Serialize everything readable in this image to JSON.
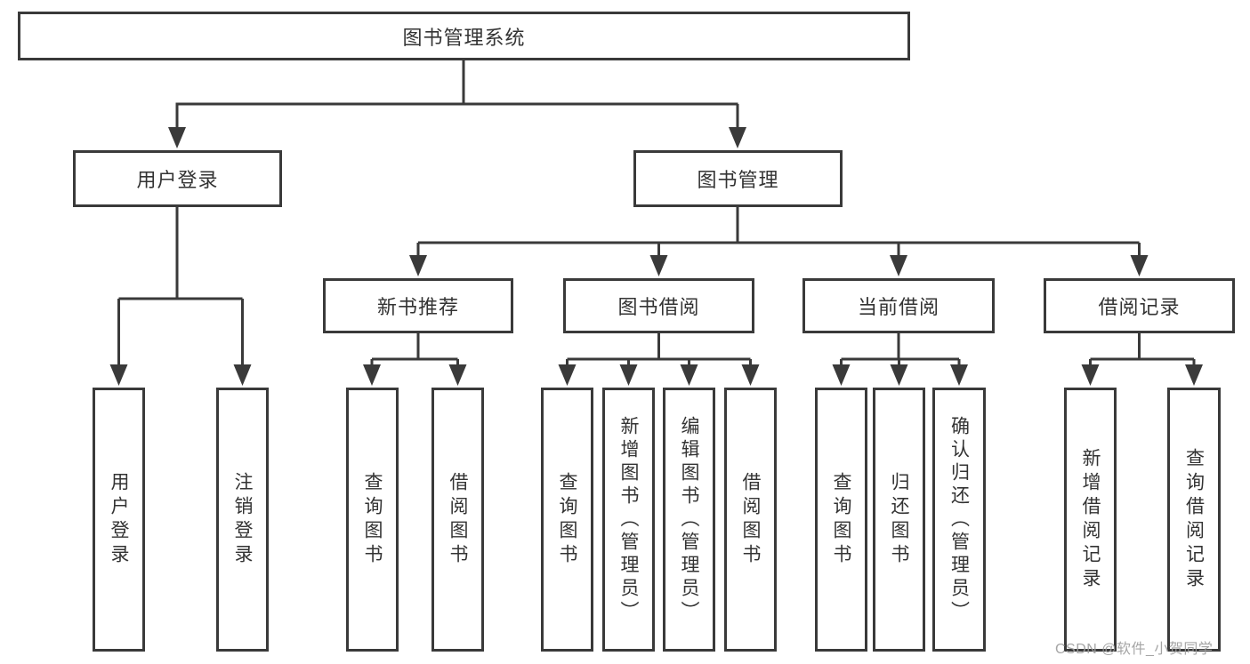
{
  "tree": {
    "root": {
      "label": "图书管理系统",
      "children": [
        {
          "label": "用户登录",
          "children": [
            {
              "label": "用户登录"
            },
            {
              "label": "注销登录"
            }
          ]
        },
        {
          "label": "图书管理",
          "children": [
            {
              "label": "新书推荐",
              "children": [
                {
                  "label": "查询图书"
                },
                {
                  "label": "借阅图书"
                }
              ]
            },
            {
              "label": "图书借阅",
              "children": [
                {
                  "label": "查询图书"
                },
                {
                  "label": "新增图书（管理员）"
                },
                {
                  "label": "编辑图书（管理员）"
                },
                {
                  "label": "借阅图书"
                }
              ]
            },
            {
              "label": "当前借阅",
              "children": [
                {
                  "label": "查询图书"
                },
                {
                  "label": "归还图书"
                },
                {
                  "label": "确认归还（管理员）"
                }
              ]
            },
            {
              "label": "借阅记录",
              "children": [
                {
                  "label": "新增借阅记录"
                },
                {
                  "label": "查询借阅记录"
                }
              ]
            }
          ]
        }
      ]
    }
  },
  "watermark": {
    "text": "CSDN @软件_小贺同学"
  },
  "colors": {
    "line": "#3a3a3a",
    "text": "#333333",
    "background": "#ffffff",
    "watermark": "#9e9e9e"
  }
}
